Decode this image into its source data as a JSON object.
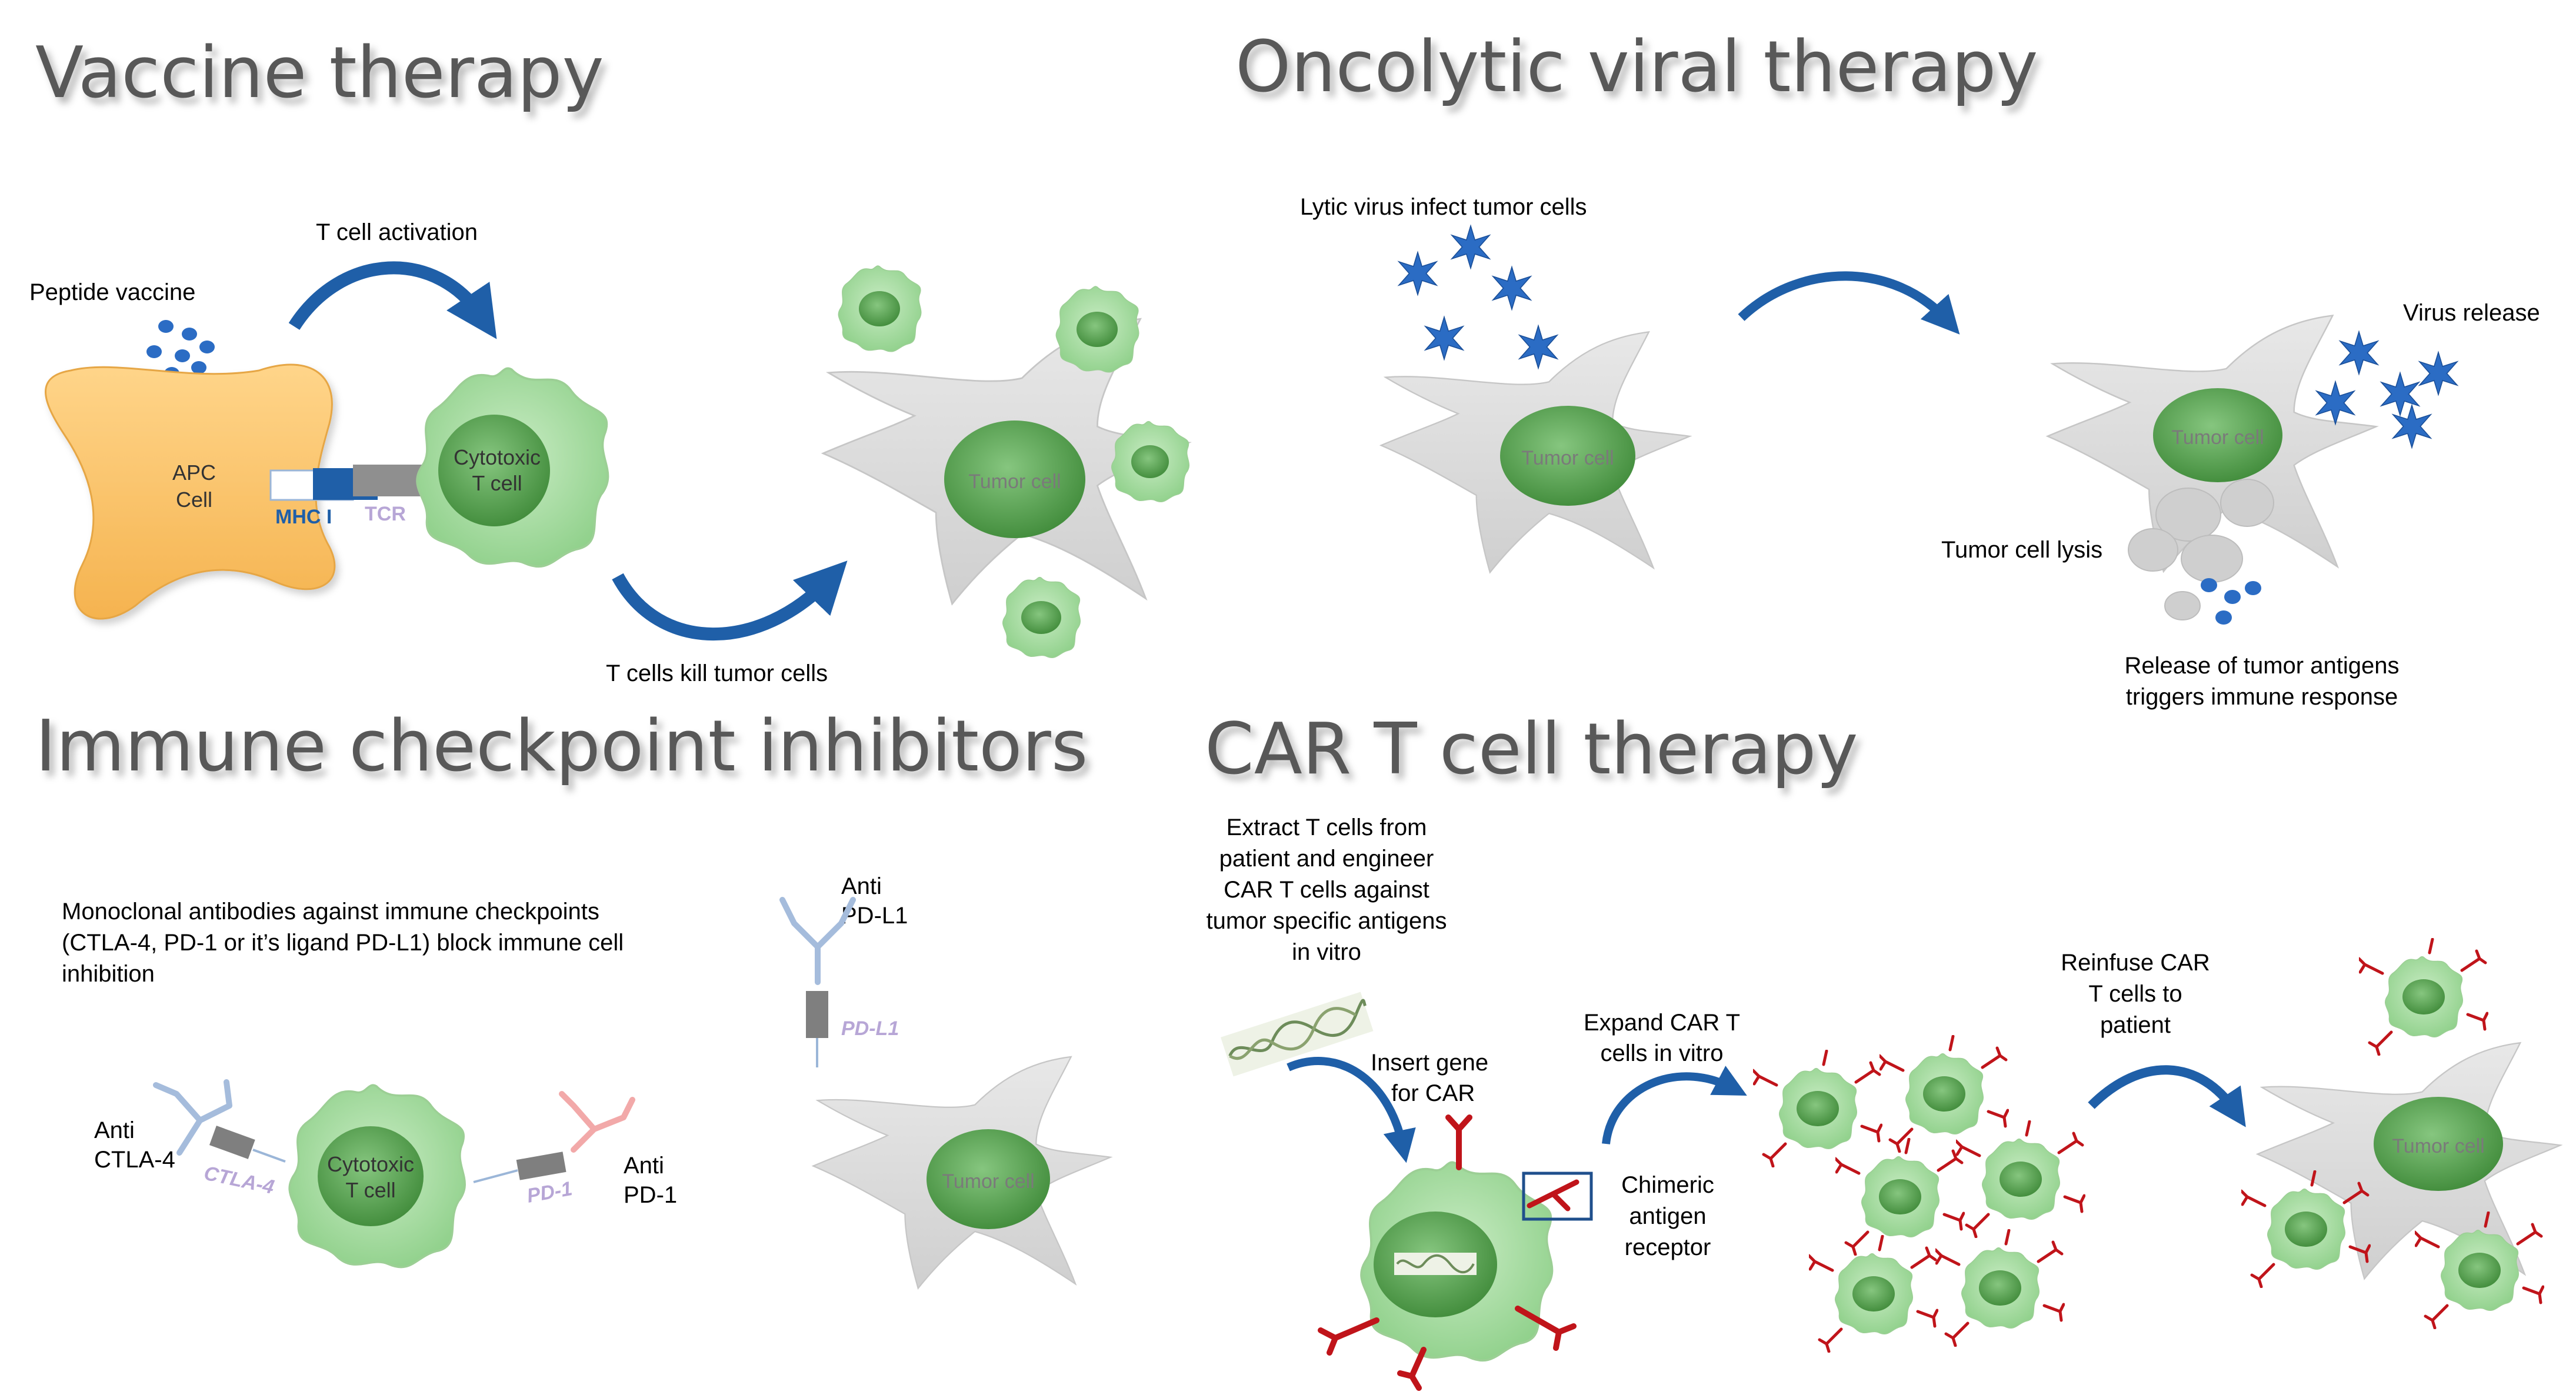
{
  "colors": {
    "title_gray": "#595959",
    "apc_orange": "#f7c26b",
    "cell_green": "#a6d9a0",
    "nucleus_green": "#4e9a48",
    "tumor_gray": "#dedede",
    "arrow_blue": "#1f5fa8",
    "virus_blue": "#2b6cc4",
    "car_red": "#c0141a",
    "tcr_gray": "#8f8f8f",
    "mhc_blue": "#1f5fa8",
    "ctla4_ab": "#a5bcdc",
    "pd1_ab": "#f2a9a9",
    "pdl1_text": "#b7a6d6"
  },
  "sections": {
    "vaccine": {
      "title": "Vaccine therapy",
      "peptide_vaccine": "Peptide vaccine",
      "t_cell_activation": "T cell activation",
      "apc_line1": "APC",
      "apc_line2": "Cell",
      "mhc": "MHC I",
      "tcr": "TCR",
      "cytotoxic_line1": "Cytotoxic",
      "cytotoxic_line2": "T cell",
      "tumor_cell": "Tumor cell",
      "kill_label": "T cells  kill tumor cells"
    },
    "oncolytic": {
      "title": "Oncolytic viral therapy",
      "infect_label": "Lytic virus infect tumor cells",
      "tumor_cell": "Tumor cell",
      "virus_release": "Virus release",
      "lysis": "Tumor cell lysis",
      "antigens_line1": "Release of tumor antigens",
      "antigens_line2": "triggers immune response"
    },
    "checkpoint": {
      "title": "Immune checkpoint inhibitors",
      "desc_line1": "Monoclonal antibodies against immune checkpoints",
      "desc_line2": "(CTLA-4, PD-1 or it’s ligand PD-L1) block immune cell",
      "desc_line3": "inhibition",
      "anti_ctla4_line1": "Anti",
      "anti_ctla4_line2": "CTLA-4",
      "ctla4": "CTLA-4",
      "cytotoxic_line1": "Cytotoxic",
      "cytotoxic_line2": "T cell",
      "pd1": "PD-1",
      "anti_pd1_line1": "Anti",
      "anti_pd1_line2": "PD-1",
      "anti_pdl1_line1": "Anti",
      "anti_pdl1_line2": "PD-L1",
      "pdl1": "PD-L1",
      "tumor_cell": "Tumor cell"
    },
    "car": {
      "title": "CAR T cell therapy",
      "extract_lines": [
        "Extract T cells from",
        "patient and engineer",
        "CAR T cells against",
        "tumor specific antigens",
        "in vitro"
      ],
      "insert_line1": "Insert gene",
      "insert_line2": "for CAR",
      "expand_line1": "Expand CAR T",
      "expand_line2": "cells in vitro",
      "chimeric_lines": [
        "Chimeric",
        "antigen",
        "receptor"
      ],
      "reinfuse_lines": [
        "Reinfuse CAR",
        "T cells to",
        "patient"
      ],
      "tumor_cell": "Tumor cell"
    }
  }
}
